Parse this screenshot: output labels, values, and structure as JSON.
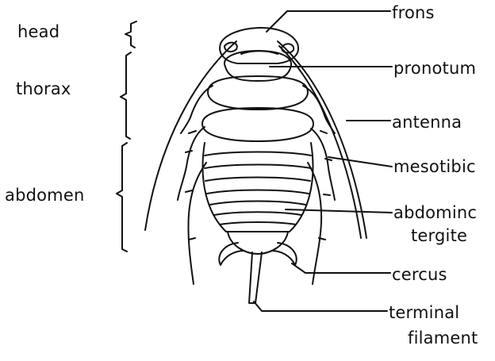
{
  "figure": {
    "body_regions": {
      "head": "head",
      "thorax": "thorax",
      "abdomen": "abdomen"
    },
    "parts": {
      "frons": "frons",
      "pronotum": "pronotum",
      "antenna": "antenna",
      "mesotibia": "mesotibic",
      "abdominal_tergite_line1": "abdominc",
      "abdominal_tergite_line2": "tergite",
      "cercus": "cercus",
      "terminal_filament_line1": "terminal",
      "terminal_filament_line2": "filament"
    }
  }
}
